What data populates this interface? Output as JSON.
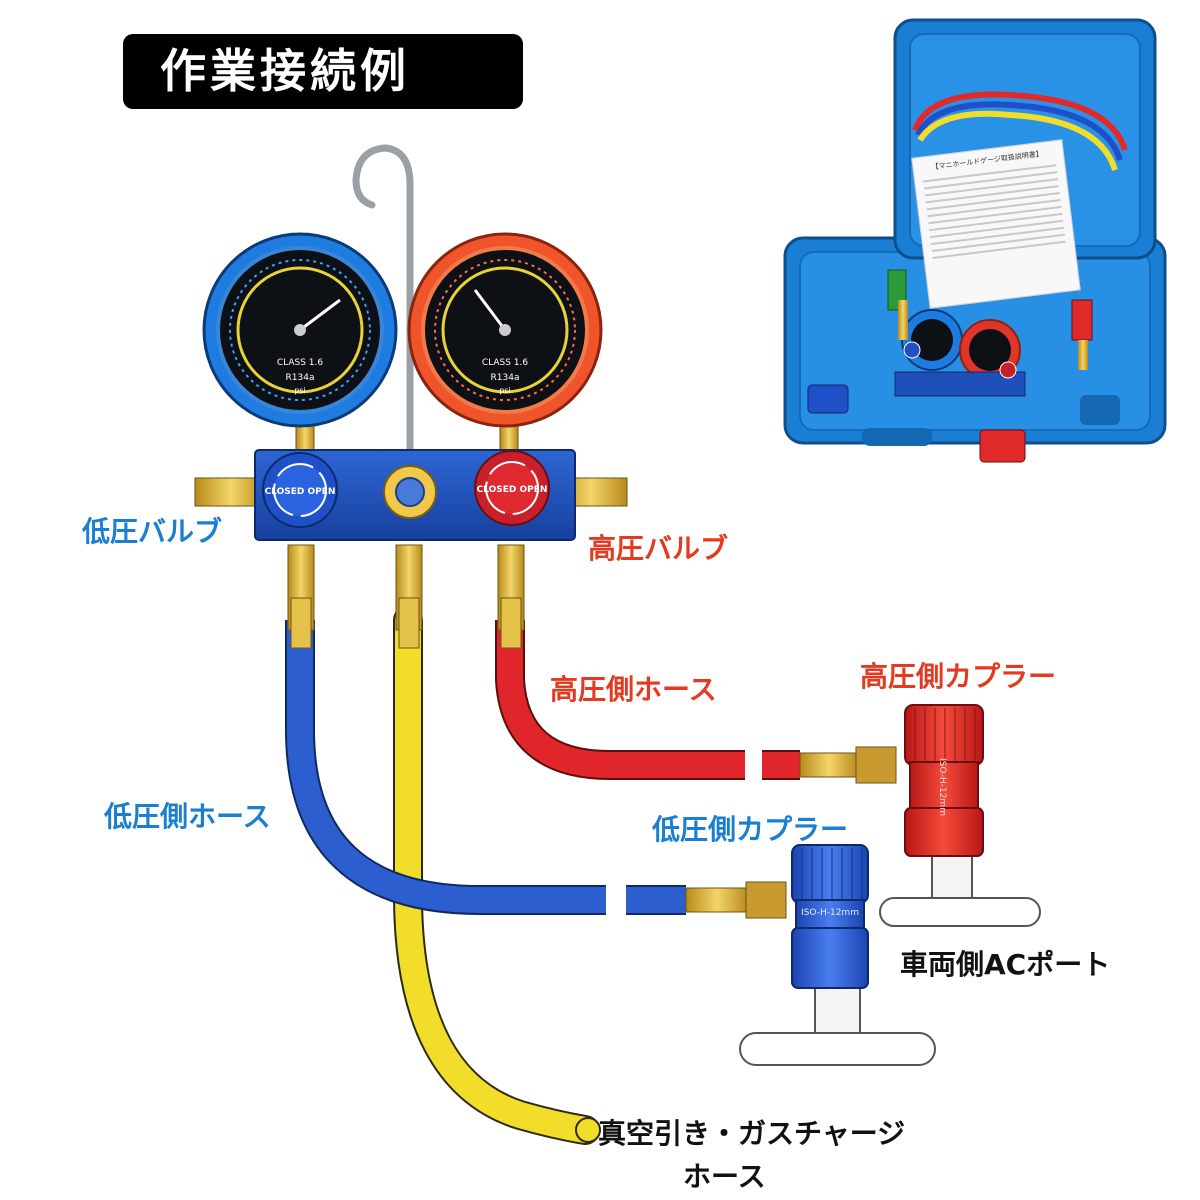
{
  "title": "作業接続例",
  "labels": {
    "low_valve": "低圧バルブ",
    "high_valve": "高圧バルブ",
    "high_hose": "高圧側ホース",
    "high_coupler": "高圧側カプラー",
    "low_hose": "低圧側ホース",
    "low_coupler": "低圧側カプラー",
    "vehicle_port": "車両側ACポート",
    "vacuum_line1": "真空引き・ガスチャージ",
    "vacuum_line2": "ホース"
  },
  "valves": {
    "low_text": "CLOSED OPEN",
    "high_text": "CLOSED OPEN"
  },
  "gauges": {
    "low": {
      "class": "CLASS 1.6",
      "refrigerant": "R134a",
      "unit": "psi"
    },
    "high": {
      "class": "CLASS 1.6",
      "refrigerant": "R134a",
      "unit": "psi"
    }
  },
  "coupler_text": "ISO-H-12mm",
  "manual_title": "【マニホールドゲージ取扱説明書】",
  "colors": {
    "low": "#1a7fd0",
    "high": "#e23b21",
    "vacuum": "#f2de2a",
    "manifold": "#1f4fb8",
    "brass": "#d8b030"
  }
}
